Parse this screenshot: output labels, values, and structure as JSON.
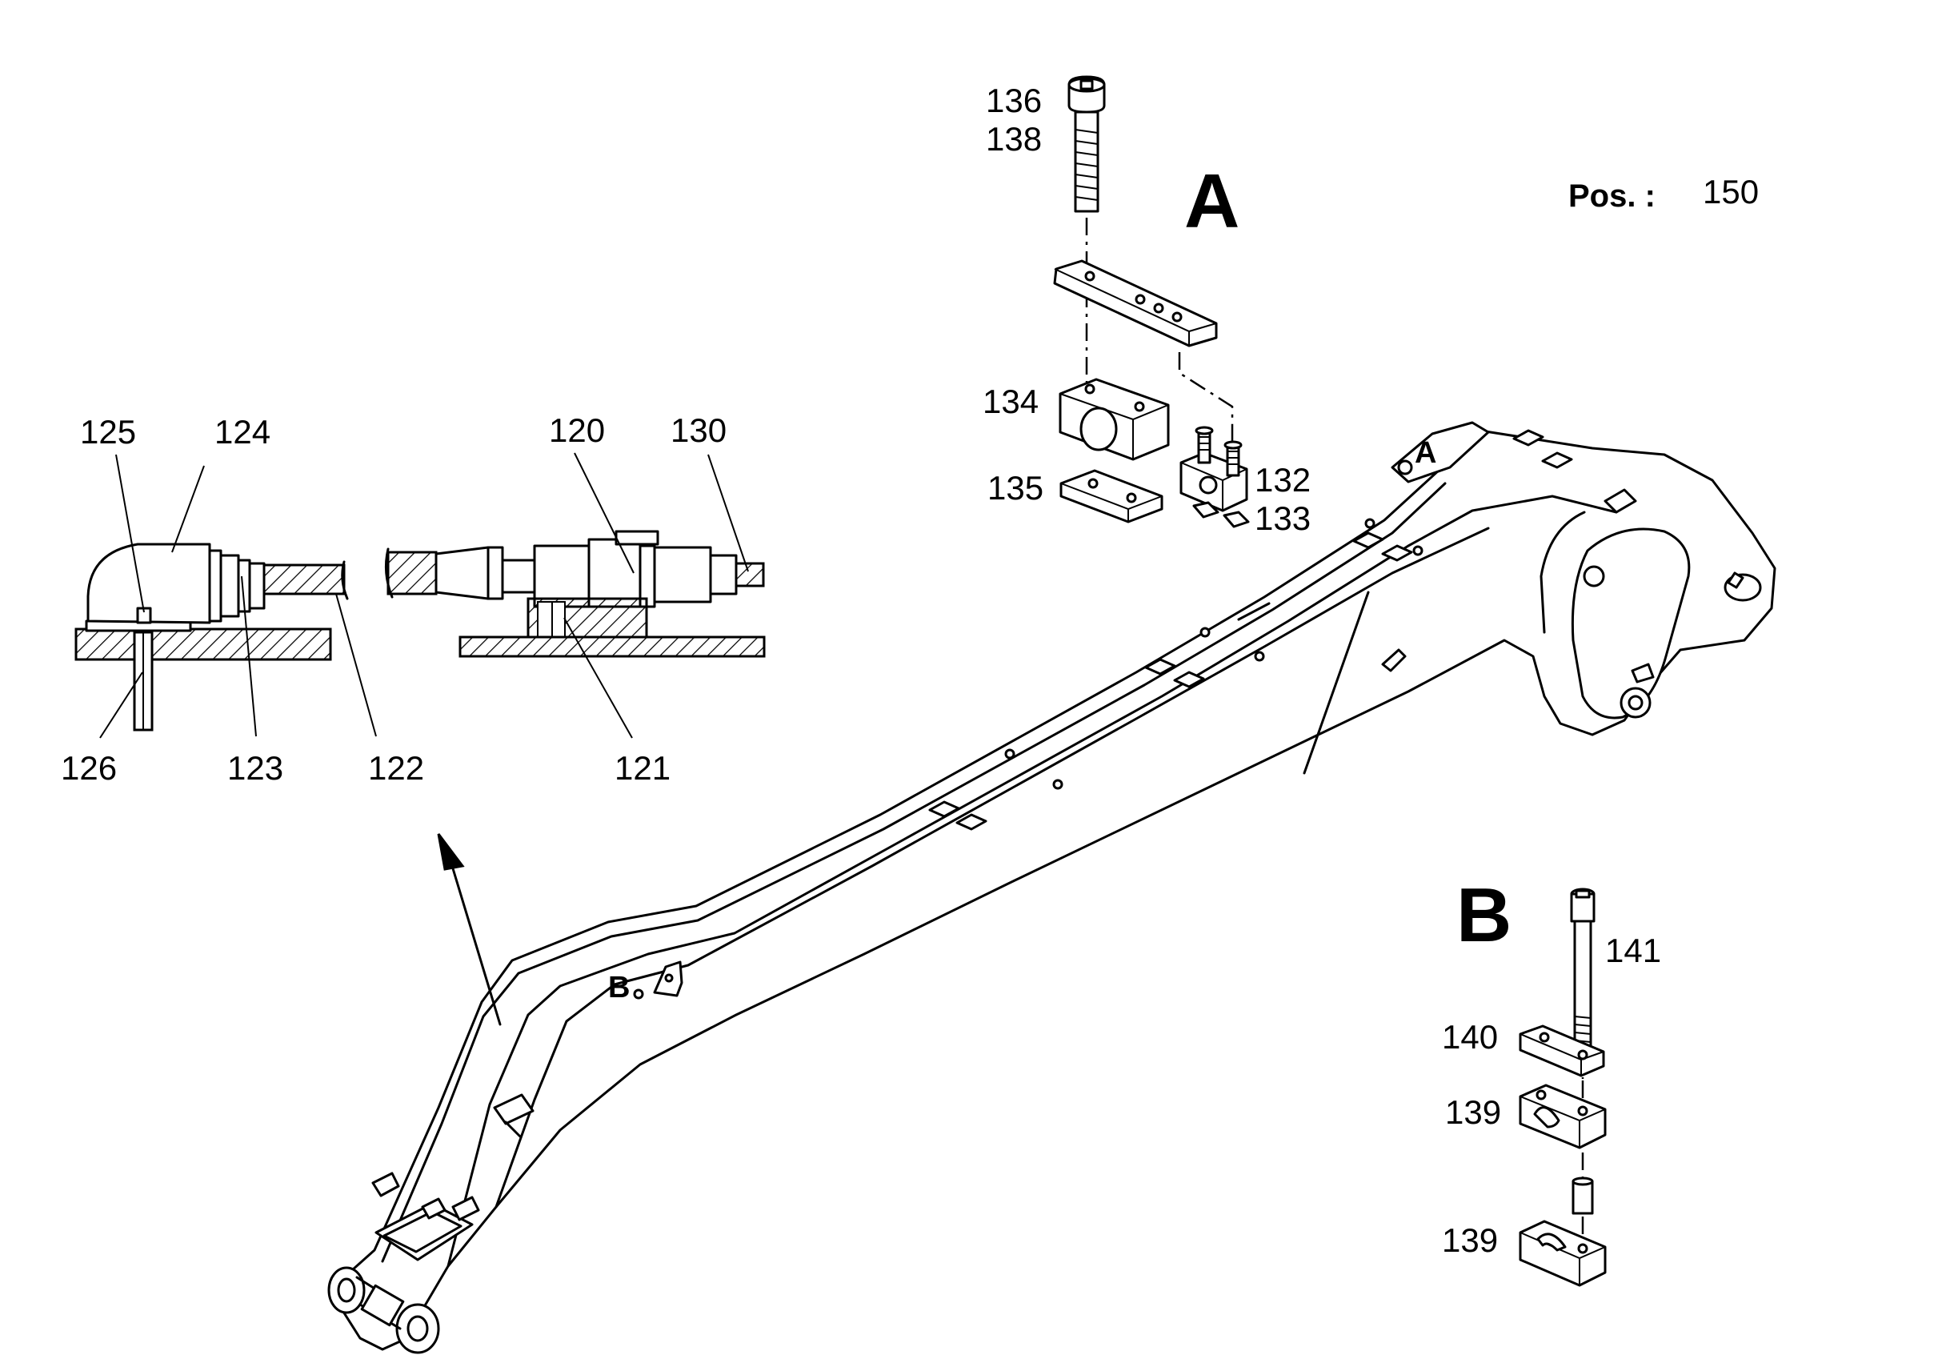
{
  "header": {
    "pos_label": "Pos. :",
    "pos_value": "150"
  },
  "views": {
    "detail_a": "A",
    "detail_b": "B",
    "marker_a": "A",
    "marker_b": "B"
  },
  "callouts": {
    "c120": "120",
    "c121": "121",
    "c122": "122",
    "c123": "123",
    "c124": "124",
    "c125": "125",
    "c126": "126",
    "c130": "130",
    "c132": "132",
    "c133": "133",
    "c134": "134",
    "c135": "135",
    "c136": "136",
    "c138": "138",
    "c139a": "139",
    "c139b": "139",
    "c140": "140",
    "c141": "141"
  }
}
